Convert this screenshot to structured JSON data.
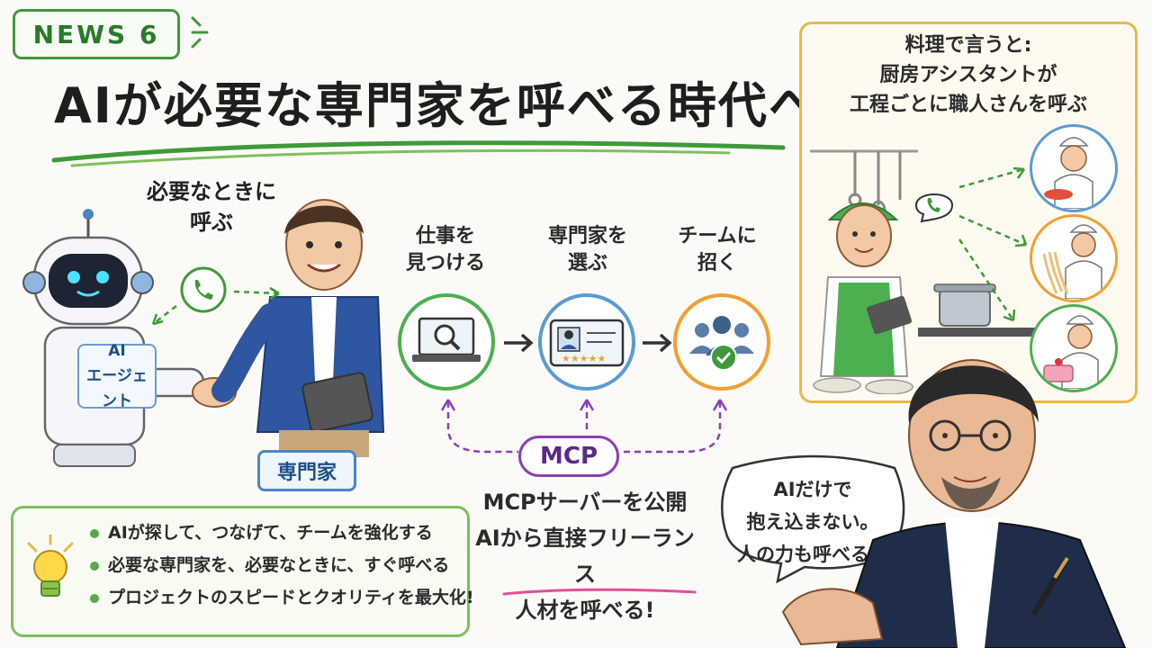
{
  "header": {
    "news_tag": "NEWS 6",
    "title": "AIが必要な専門家を呼べる時代へ"
  },
  "robot_scene": {
    "call_label_line1": "必要なときに",
    "call_label_line2": "呼ぶ",
    "robot_label_line1": "AI",
    "robot_label_line2": "エージェント",
    "expert_tag": "専門家"
  },
  "steps": [
    {
      "label_line1": "仕事を",
      "label_line2": "見つける",
      "color": "#4caf50"
    },
    {
      "label_line1": "専門家を",
      "label_line2": "選ぶ",
      "color": "#5b9bd5"
    },
    {
      "label_line1": "チームに",
      "label_line2": "招く",
      "color": "#f0a030"
    }
  ],
  "mcp": {
    "pill": "MCP",
    "line1": "MCPサーバーを公開",
    "line2": "AIから直接フリーランス",
    "line3": "人材を呼べる!"
  },
  "kitchen": {
    "line1": "料理で言うと:",
    "line2": "厨房アシスタントが",
    "line3": "工程ごとに職人さんを呼ぶ",
    "chef_colors": [
      "#5b9bd5",
      "#f0a030",
      "#4caf50"
    ]
  },
  "bullets": [
    "AIが探して、つなげて、チームを強化する",
    "必要な専門家を、必要なときに、すぐ呼べる",
    "プロジェクトのスピードとクオリティを最大化!"
  ],
  "bubble": {
    "line1": "AIだけで",
    "line2": "抱え込まない。",
    "line3": "人の力も呼べる。"
  },
  "colors": {
    "green": "#3f9a3a",
    "purple": "#8a3fb8",
    "blue": "#4a86c4",
    "orange": "#f0a030",
    "yellow": "#e7b94b"
  },
  "icons": [
    "phone-icon",
    "laptop-search-icon",
    "profile-card-icon",
    "team-check-icon",
    "lightbulb-icon",
    "phone-icon-kitchen"
  ]
}
